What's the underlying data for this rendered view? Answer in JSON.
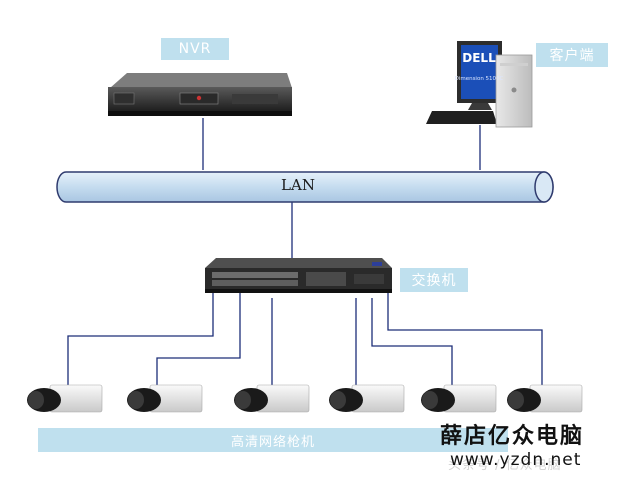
{
  "nodes": {
    "nvr": {
      "label": "NVR"
    },
    "client": {
      "label": "客户端",
      "monitor_brand": "DELL",
      "monitor_model": "Dimension 5100C"
    },
    "lan": {
      "label": "LAN"
    },
    "switch": {
      "label": "交换机"
    },
    "cameras": {
      "label": "高清网络枪机",
      "items": [
        {
          "id": "camera-1"
        },
        {
          "id": "camera-2"
        },
        {
          "id": "camera-3"
        },
        {
          "id": "camera-4"
        },
        {
          "id": "camera-5"
        },
        {
          "id": "camera-6"
        }
      ]
    }
  },
  "watermark": {
    "brand": "薛店亿众电脑",
    "url": "www.yzdn.net",
    "faint": "头条号 / 亿众电脑"
  },
  "colors": {
    "label_bg": "#bfe0ee",
    "label_text": "#ffffff",
    "lan_fill": "#cfe4f3",
    "lan_stroke": "#2f3b6e",
    "line": "#1c2e78"
  }
}
